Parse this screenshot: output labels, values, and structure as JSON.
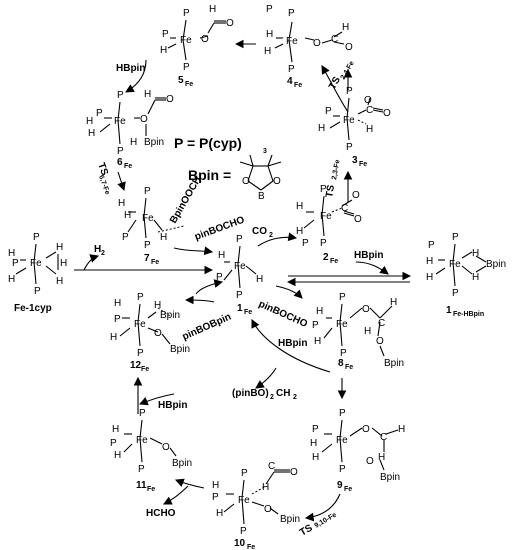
{
  "legend": {
    "p_def": "P = P(cyp)",
    "p_def_sub": "3",
    "bpin_label": "Bpin ="
  },
  "atoms": {
    "fe": "Fe",
    "p": "P",
    "h": "H",
    "o": "O",
    "c": "C",
    "b": "B"
  },
  "species": {
    "c5": {
      "main": "5",
      "sub": "Fe"
    },
    "c4": {
      "main": "4",
      "sub": "Fe"
    },
    "c6": {
      "main": "6",
      "sub": "Fe"
    },
    "c3": {
      "main": "3",
      "sub": "Fe"
    },
    "c7": {
      "main": "7",
      "sub": "Fe"
    },
    "c2": {
      "main": "2",
      "sub": "Fe"
    },
    "c1": {
      "main": "1",
      "sub": "Fe"
    },
    "c1hbpin": {
      "main": "1",
      "sub": "Fe-HBpin"
    },
    "fe1cyp": {
      "main": "Fe-1cyp"
    },
    "c12": {
      "main": "12",
      "sub": "Fe"
    },
    "c8": {
      "main": "8",
      "sub": "Fe"
    },
    "c11": {
      "main": "11",
      "sub": "Fe"
    },
    "c9": {
      "main": "9",
      "sub": "Fe"
    },
    "c10": {
      "main": "10",
      "sub": "Fe"
    }
  },
  "ts": {
    "ts24": {
      "main": "TS",
      "sub": "2,4-Fe"
    },
    "ts23": {
      "main": "TS",
      "sub": "2,3-Fe"
    },
    "ts67": {
      "main": "TS",
      "sub": "6,7-Fe"
    },
    "ts910": {
      "main": "TS",
      "sub": "9,10-Fe"
    }
  },
  "reagents": {
    "hbpin": "HBpin",
    "h2": "H",
    "h2_sub": "2",
    "co2": "CO",
    "co2_sub": "2",
    "pinbocho": "pinBOCHO",
    "pinbobpin": "pinBOBpin",
    "pinbo2ch2": "(pinBO)",
    "pinbo2ch2_sub": "2",
    "pinbo2ch2_tail": "CH",
    "pinbo2ch2_sub2": "2",
    "hcho": "HCHO",
    "bpinoroch": "BpinOOCH",
    "bpin": "Bpin"
  }
}
